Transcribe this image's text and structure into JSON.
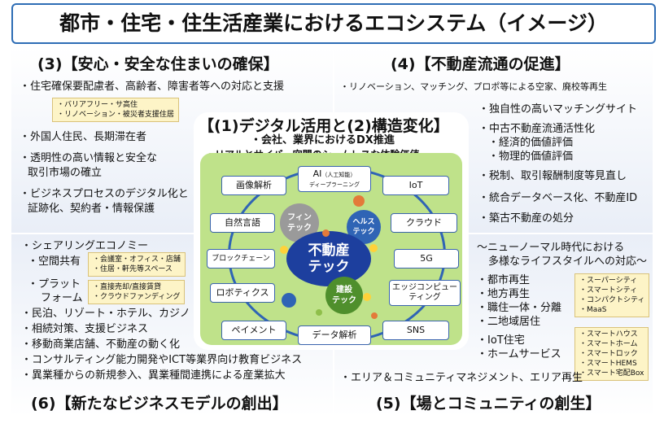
{
  "title": "都市・住宅・住生活産業におけるエコシステム（イメージ）",
  "q3": {
    "heading": "(3)【安心・安全な住まいの確保】",
    "lines": [
      "・住宅確保要配慮者、高齢者、障害者等への対応と支援",
      "・外国人住民、長期滞在者",
      "・透明性の高い情報と安全な",
      "取引市場の確立",
      "・ビジネスプロセスのデジタル化と",
      "証跡化、契約者・情報保護"
    ],
    "box": [
      "・バリアフリー・サ高住",
      "・リノベーション・被災者支援住居"
    ]
  },
  "q4": {
    "heading": "(4)【不動産流通の促進】",
    "lines": [
      "・リノベーション、マッチング、プロポ等による空家、廃校等再生",
      "・独自性の高いマッチングサイト",
      "・中古不動産流通活性化",
      "・経済的価値評価",
      "・物理的価値評価",
      "・税制、取引報酬制度等見直し",
      "・統合データベース化、不動産ID",
      "・築古不動産の処分"
    ]
  },
  "q6": {
    "heading": "(6)【新たなビジネスモデルの創出】",
    "lines": [
      "・シェアリングエコノミー",
      "・空間共有",
      "・プラット",
      "フォーム",
      "・民泊、リゾート・ホテル、カジノ",
      "・相続対策、支援ビジネス",
      "・移動商業店舗、不動産の動く化",
      "・コンサルティング能力開発やICT等業界向け教育ビジネス",
      "・異業種からの新規参入、異業種間連携による産業拡大"
    ],
    "box1": [
      "・会議室・オフィス・店舗",
      "・住居・軒先等スペース"
    ],
    "box2": [
      "・直接売却/直接賃貸",
      "・クラウドファンディング"
    ]
  },
  "q5": {
    "heading": "(5)【場とコミュニティの創生】",
    "lines": [
      "～ニューノーマル時代における",
      "多様なライフスタイルへの対応～",
      "・都市再生",
      "・地方再生",
      "・職住一体・分離",
      "・二地域居住",
      "・IoT住宅",
      "・ホームサービス",
      "・エリア＆コミュニティマネジメント、エリア再生"
    ],
    "box1": [
      "・スーパーシティ",
      "・スマートシティ",
      "・コンパクトシティ",
      "・MaaS"
    ],
    "box2": [
      "・スマートハウス",
      "・スマートホーム",
      "・スマートロック",
      "・スマートHEMS",
      "・スマート宅配Box"
    ]
  },
  "center": {
    "heading": "【(1)デジタル活用と(2)構造変化】",
    "sub1": "・会社、業界におけるDX推進",
    "sub2": "・リアルとサイバー空間のシームレスな体験価値",
    "techs": {
      "ai": "AI",
      "ai_small": "（人工知能）",
      "ai_sub": "ディープラーニング",
      "image": "画像解析",
      "iot": "IoT",
      "nlp": "自然言語",
      "cloud": "クラウド",
      "blockchain": "ブロックチェーン",
      "fiveg": "5G",
      "robotics": "ロボティクス",
      "edge1": "エッジコンピュー",
      "edge2": "ティング",
      "payment": "ペイメント",
      "data": "データ解析",
      "sns": "SNS"
    },
    "fin": "フィン\nテック",
    "health": "ヘルス\nテック",
    "real1": "不動産",
    "real2": "テック",
    "build": "建設\nテック"
  }
}
